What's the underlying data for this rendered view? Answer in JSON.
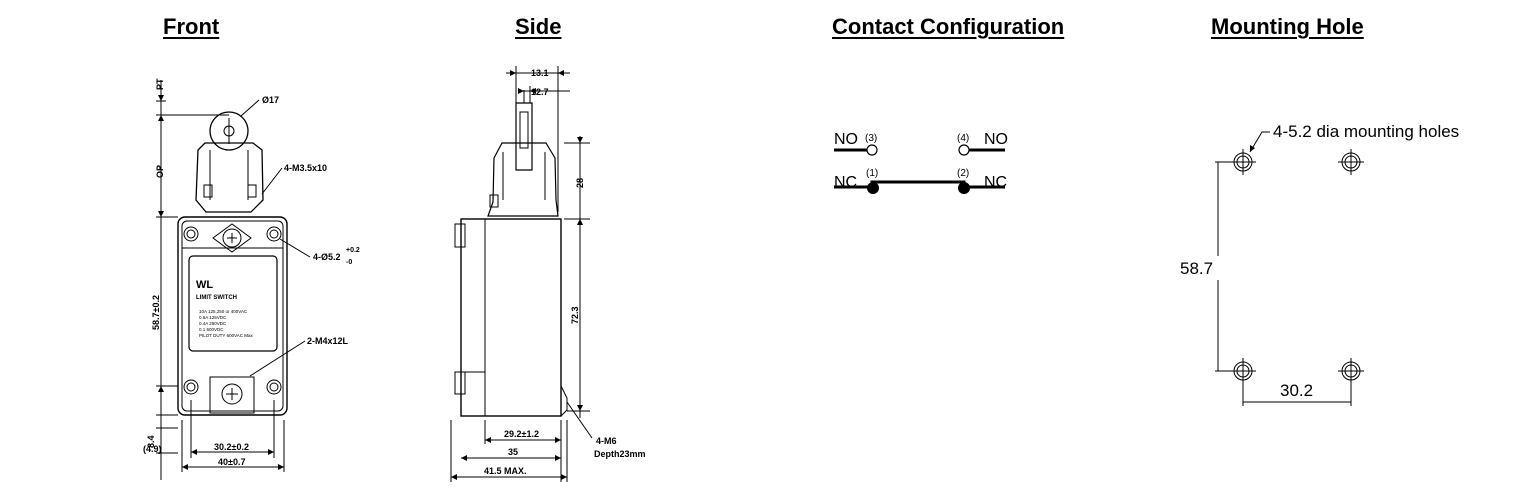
{
  "titles": {
    "front": "Front",
    "side": "Side",
    "contact": "Contact Configuration",
    "mounting": "Mounting Hole"
  },
  "front": {
    "pt": "PT",
    "op": "OP",
    "roller_dia": "Ø17",
    "screw": "4-M3.5x10",
    "hole": "4-Ø5.2",
    "hole_tol_plus": "+0.2",
    "hole_tol_minus": "-0",
    "height": "58.7±0.2",
    "conduit": "2-M4x12L",
    "base_height": "8.4",
    "base_height_alt": "(4.9)",
    "hole_spacing": "30.2±0.2",
    "width": "40±0.7",
    "label_model": "WL",
    "label_type": "LIMIT SWITCH",
    "label_ratings": [
      "10A 125,250 or 400VAC",
      "0.6A 125VDC",
      "0.4A 250VDC",
      "0.1 600VDC",
      "PILOT DUTY 600VAC Max"
    ]
  },
  "side": {
    "d1": "13.1",
    "d2": "12.7",
    "d3": "28",
    "d4": "72.3",
    "d5": "29.2±1.2",
    "d6": "35",
    "d7": "41.5 MAX.",
    "thread": "4-M6",
    "depth": "Depth23mm"
  },
  "contact": {
    "no_left": "NO",
    "no_right": "NO",
    "nc_left": "NC",
    "nc_right": "NC",
    "t3": "(3)",
    "t4": "(4)",
    "t1": "(1)",
    "t2": "(2)"
  },
  "mounting": {
    "holes": "4-5.2 dia mounting holes",
    "height": "58.7",
    "width": "30.2"
  }
}
